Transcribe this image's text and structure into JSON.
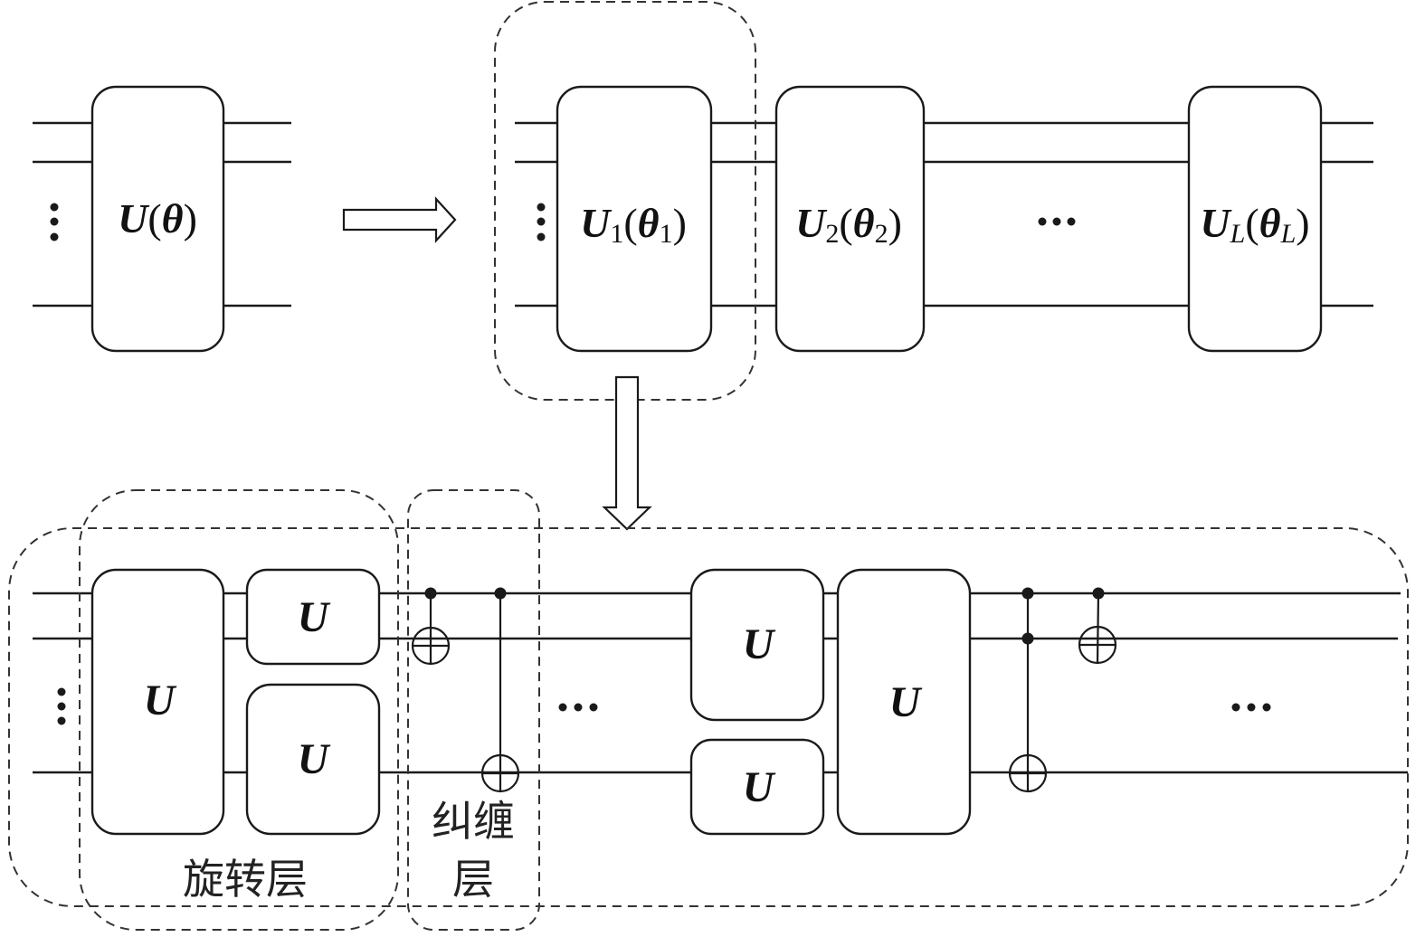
{
  "diagram": {
    "title": "Parameterized quantum circuit decomposition",
    "colors": {
      "stroke": "#1a1a1a",
      "dashed": "#333333",
      "background": "#ffffff"
    },
    "top_left": {
      "gate": {
        "symbol": "U",
        "open": "(",
        "param": "θ",
        "close": ")"
      },
      "vertical_ellipsis": "⋮"
    },
    "right_arrow_icon": "double-right-arrow",
    "top_right": {
      "gates": [
        {
          "symbol": "U",
          "index": "1",
          "open": "(",
          "param": "θ",
          "param_index": "1",
          "close": ")"
        },
        {
          "symbol": "U",
          "index": "2",
          "open": "(",
          "param": "θ",
          "param_index": "2",
          "close": ")"
        },
        {
          "symbol": "U",
          "index": "L",
          "open": "(",
          "param": "θ",
          "param_index": "L",
          "close": ")"
        }
      ],
      "horizontal_ellipsis": "···",
      "vertical_ellipsis": "⋮",
      "highlight": "first layer U1(θ1) expanded below"
    },
    "down_arrow_icon": "double-down-arrow",
    "bottom": {
      "rotation_layer": {
        "label": "旋转层",
        "gates": [
          {
            "symbol": "U"
          },
          {
            "symbol": "U"
          },
          {
            "symbol": "U"
          }
        ]
      },
      "entangling_layer": {
        "label_line1": "纠缠",
        "label_line2": "层",
        "gates": [
          "CNOT q1→q2",
          "CNOT q1→qn"
        ]
      },
      "middle_ellipsis": "···",
      "later_gates": [
        {
          "symbol": "U"
        },
        {
          "symbol": "U"
        },
        {
          "symbol": "U"
        }
      ],
      "later_entangling": [
        "Toffoli q1,q2→qn",
        "CNOT q1→q2"
      ],
      "end_ellipsis": "···",
      "vertical_ellipsis": "⋮"
    }
  }
}
